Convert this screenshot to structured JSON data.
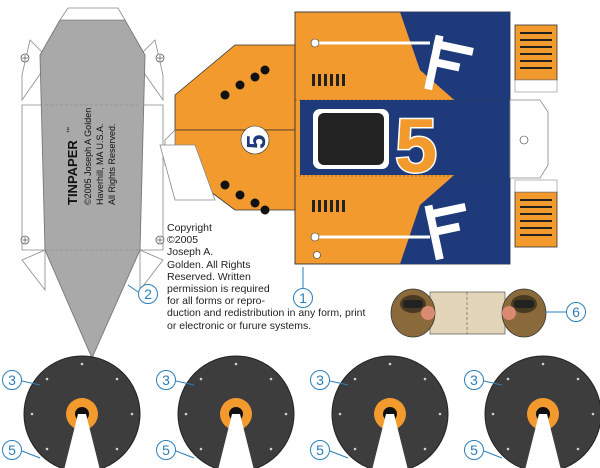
{
  "brand": {
    "logo_text": "TINPAPER",
    "trademark": "™"
  },
  "side_panel_text": [
    "©2005 Joseph A Golden",
    "Haverhill, MA U.S.A.",
    "All Rights Reserved."
  ],
  "copyright_lines": [
    "Copyright",
    "©2005",
    "Joseph A.",
    "Golden. All Rights",
    "Reserved. Written",
    "permission is required",
    "for all forms or repro-",
    "duction and redistribution in any form, print",
    "or electronic or furure systems."
  ],
  "car": {
    "number": "5",
    "body_color": "#f29a2e",
    "stripe_color": "#1f3a7a",
    "panel_gray": "#a9a9a9",
    "wheel_color": "#3d3d3d",
    "hub_color": "#f29a2e"
  },
  "part_labels": {
    "one": "1",
    "two": "2",
    "three": "3",
    "five": "5",
    "six": "6"
  },
  "wheels": [
    {
      "label_top": "3",
      "label_bottom": "5"
    },
    {
      "label_top": "3",
      "label_bottom": "5"
    },
    {
      "label_top": "3",
      "label_bottom": "5"
    },
    {
      "label_top": "3",
      "label_bottom": "5"
    }
  ]
}
